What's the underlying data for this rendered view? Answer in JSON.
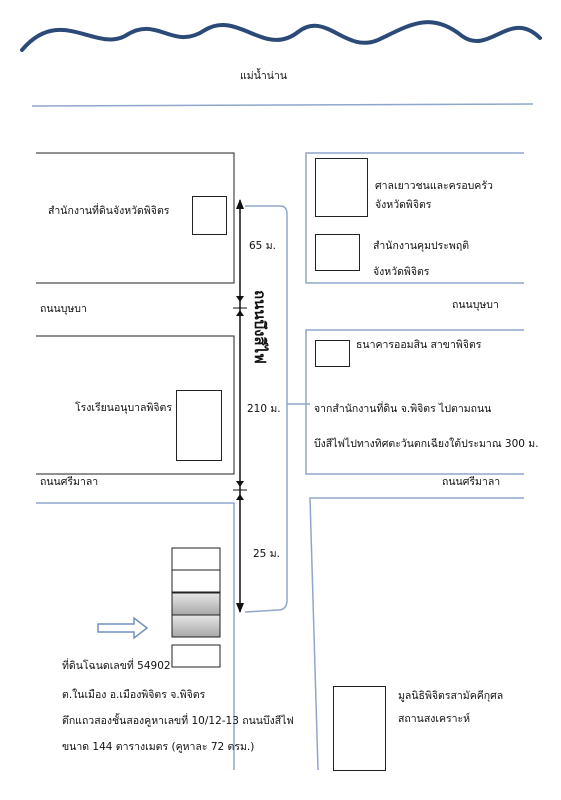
{
  "river": {
    "label": "แม่น้ำน่าน"
  },
  "roads": {
    "main_road": "ถนนบึงสีไฟ",
    "road_bupha_left": "ถนนบุษบา",
    "road_bupha_right": "ถนนบุษบา",
    "road_srimala_left": "ถนนศรีมาลา",
    "road_srimala_right": "ถนนศรีมาลา"
  },
  "places": {
    "land_office": "สำนักงานที่ดินจังหวัดพิจิตร",
    "youth_court_line1": "ศาลเยาวชนและครอบครัว",
    "youth_court_line2": "จังหวัดพิจิตร",
    "probation_line1": "สำนักงานคุมประพฤติ",
    "probation_line2": "จังหวัดพิจิตร",
    "gsb_bank": "ธนาคารออมสิน สาขาพิจิตร",
    "kindergarten": "โรงเรียนอนุบาลพิจิตร",
    "foundation_line1": "มูลนิธิพิจิตรสามัคคีกุศล",
    "foundation_line2": "สถานสงเคราะห์"
  },
  "distances": {
    "d1": "65 ม.",
    "d2": "210 ม.",
    "d3": "25 ม."
  },
  "directions": {
    "line1": "จากสำนักงานที่ดิน จ.พิจิตร ไปตามถนน",
    "line2": "บึงสีไฟไปทางทิศตะวันตกเฉียงใต้ประมาณ 300 ม."
  },
  "property": {
    "line1": "ที่ดินโฉนดเลขที่ 54902",
    "line2": "ต.ในเมือง อ.เมืองพิจิตร จ.พิจิตร",
    "line3": "ตึกแถวสองชั้นสองคูหาเลขที่ 10/12-13 ถนนบึงสีไฟ",
    "line4": "ขนาด 144 ตารางเมตร (คูหาละ 72 ตรม.)"
  },
  "colors": {
    "river": "#2c4a78",
    "road_line": "#8fa6cc",
    "marker": "#7090c4"
  }
}
